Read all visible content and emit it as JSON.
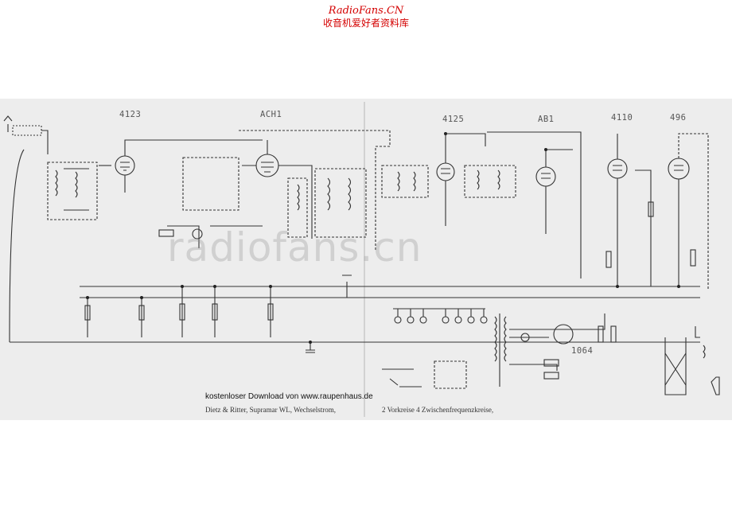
{
  "header": {
    "site_name": "RadioFans.CN",
    "site_subtitle": "收音机爱好者资料库"
  },
  "schematic": {
    "tube_labels": [
      "4123",
      "ACH1",
      "4125",
      "AB1",
      "4110",
      "496",
      "1064"
    ],
    "watermark": "radiofans.cn",
    "download_note": "kostenloser Download von www.raupenhaus.de",
    "caption_left": "Dietz & Ritter, Supramar WL, Wechselstrom,",
    "caption_right": "2 Vorkreise 4 Zwischenfrequenzkreise,"
  }
}
